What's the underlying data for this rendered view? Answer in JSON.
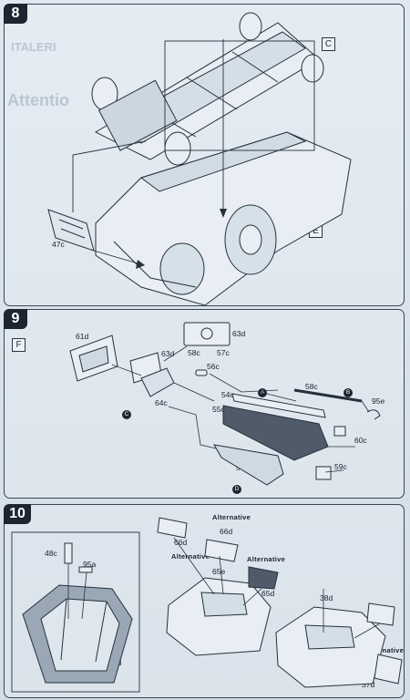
{
  "steps": [
    {
      "number": "8",
      "subassemblies": [
        "C",
        "E"
      ],
      "parts": [
        "47c"
      ]
    },
    {
      "number": "9",
      "subassembly": "F",
      "parts": [
        "61d",
        "63d",
        "58c",
        "57c",
        "63d",
        "64c",
        "56c",
        "54c",
        "55c",
        "58c",
        "95e",
        "60c",
        "57c",
        "59c"
      ],
      "markers": [
        "C",
        "A",
        "B",
        "D"
      ]
    },
    {
      "number": "10",
      "parts": [
        "48c",
        "95a",
        "47d",
        "66d",
        "66d",
        "65e",
        "65d",
        "38d",
        "37d",
        "37d"
      ],
      "alternative_label": "Alternative"
    }
  ],
  "bleed_through": {
    "brand": "ITALERI",
    "heading": "Attentio"
  },
  "colors": {
    "ink": "#1d2530",
    "paper": "#dbe4ec",
    "shade": "#4f5b68"
  }
}
